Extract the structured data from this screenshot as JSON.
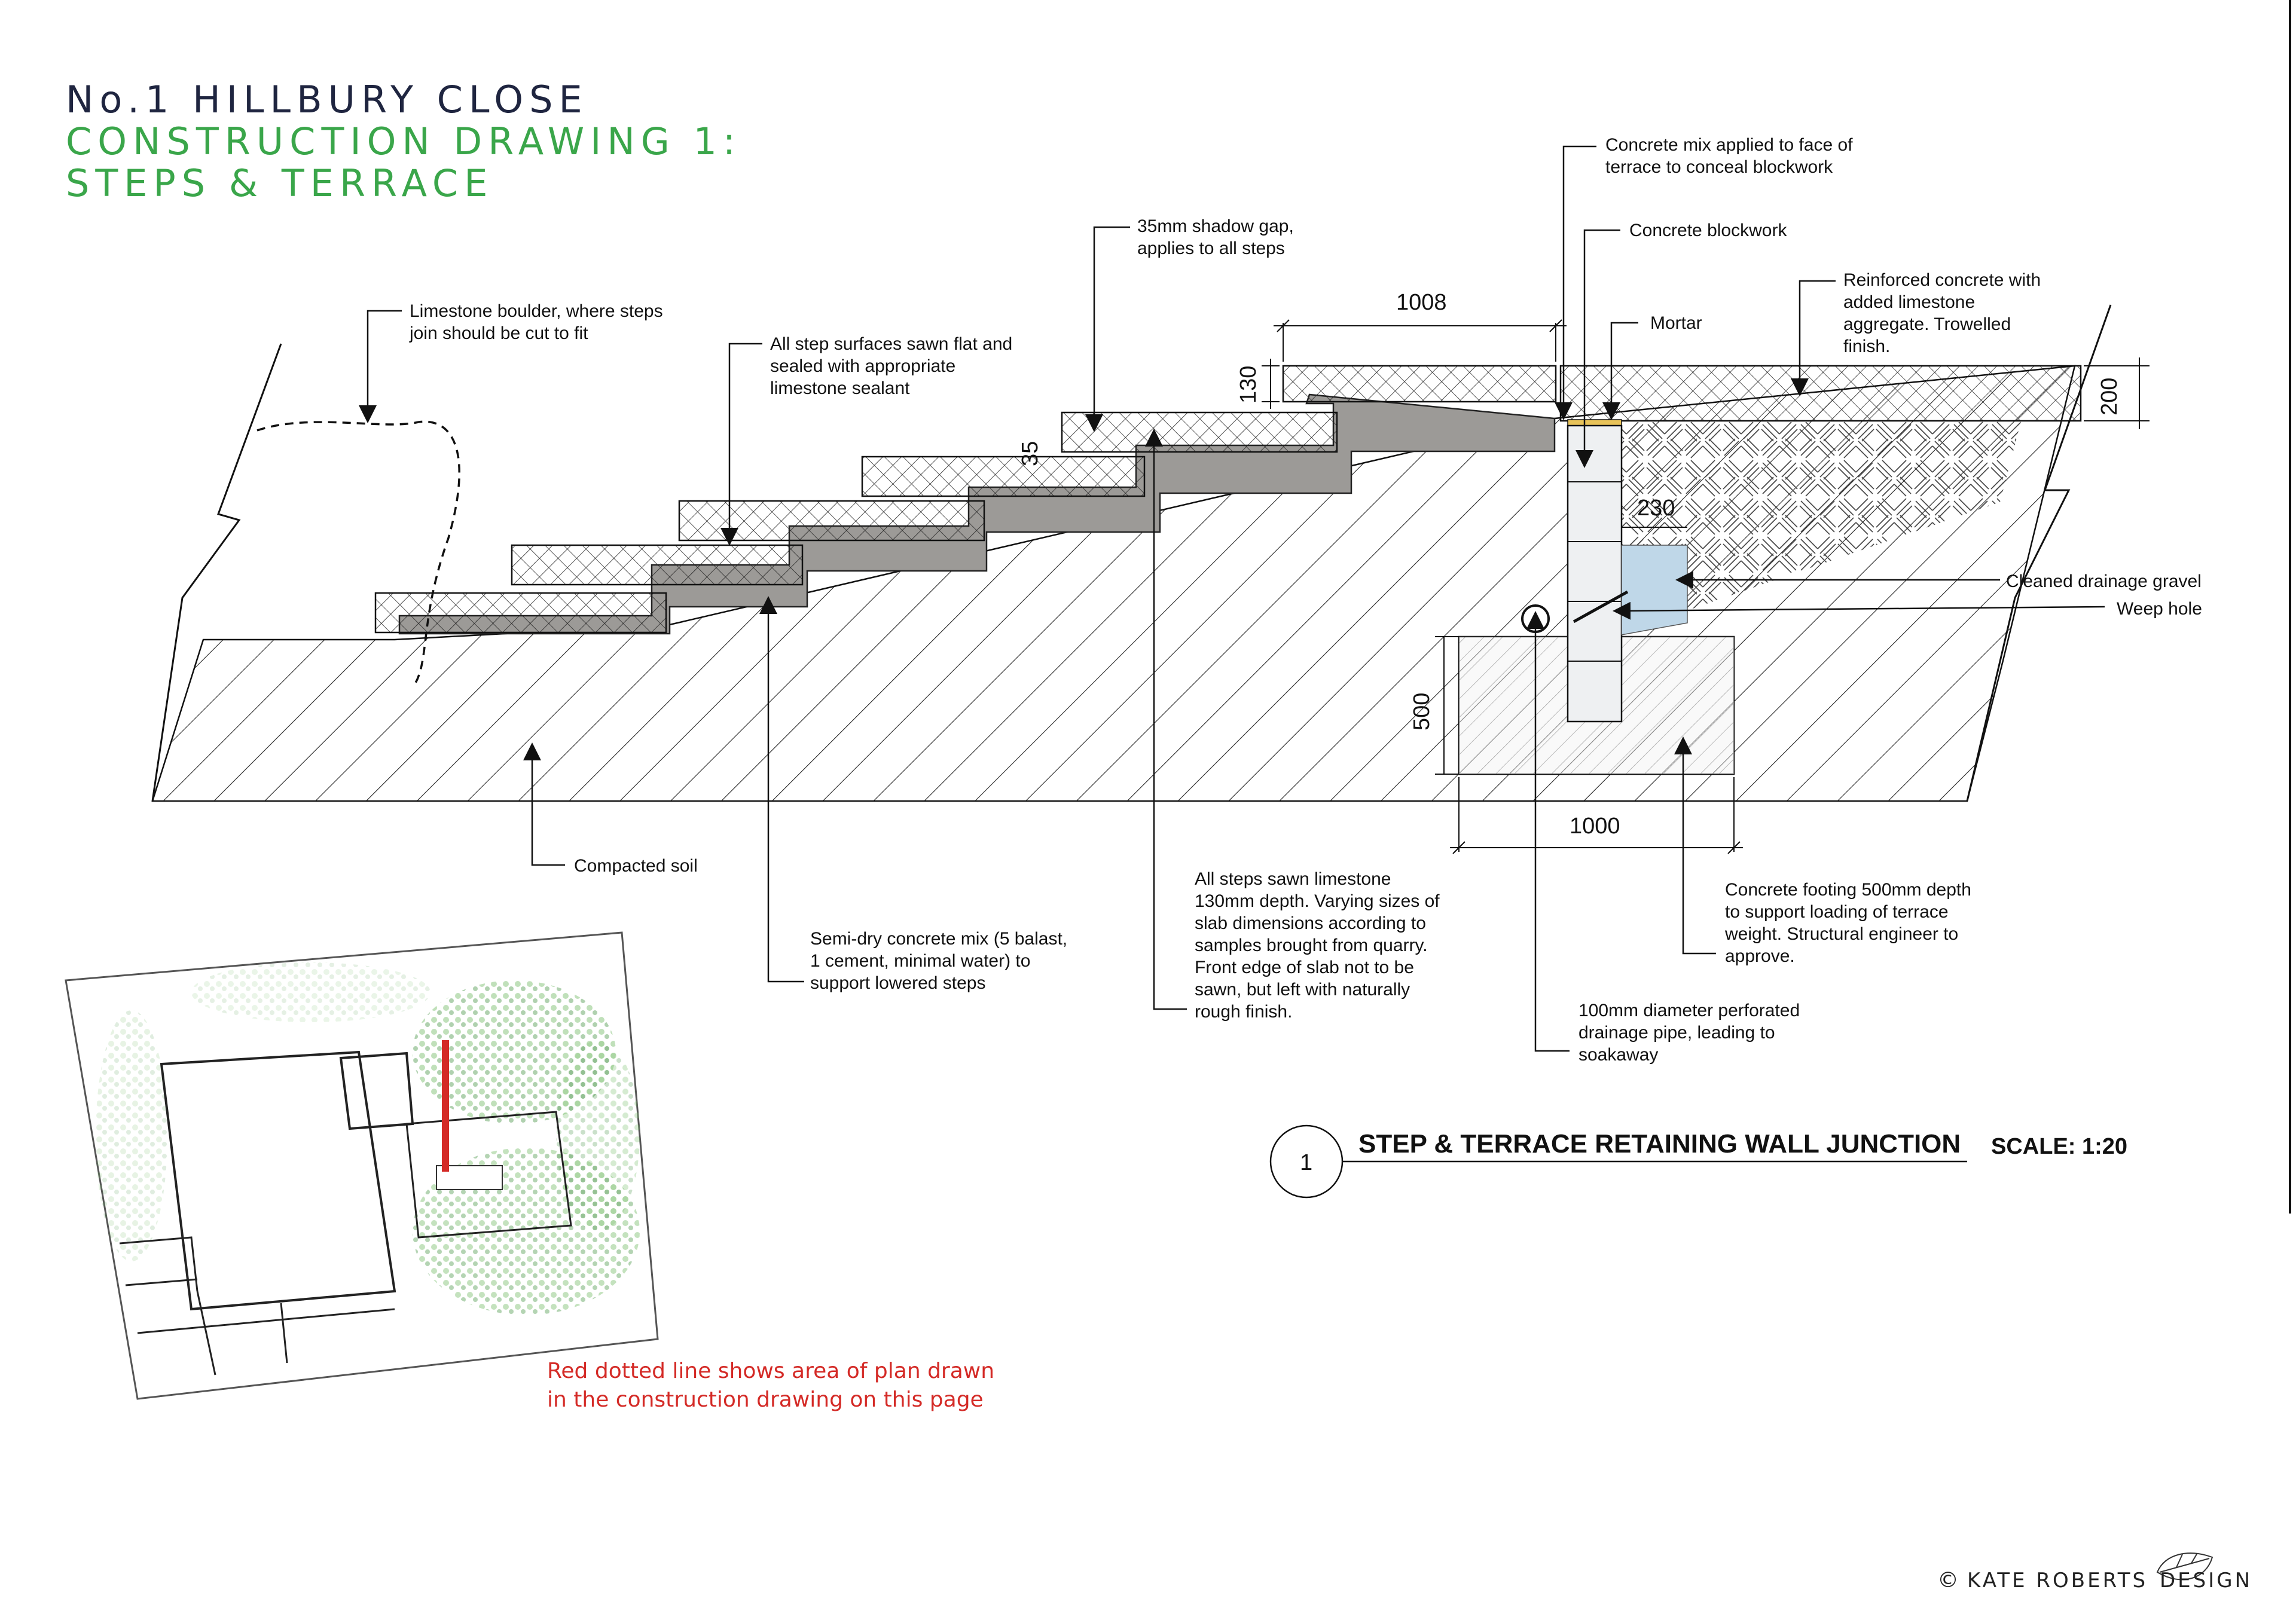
{
  "title": {
    "line1": "No.1 HILLBURY CLOSE",
    "line2": "CONSTRUCTION DRAWING 1:",
    "line3": "STEPS & TERRACE"
  },
  "colors": {
    "title_dark": "#1f2540",
    "title_green": "#3aa64a",
    "red_note": "#d42a26",
    "concrete_mix": "#9c9a97",
    "gravel_blue": "#bfd7e8",
    "mortar_yellow": "#e8c35a"
  },
  "labels": {
    "concrete_face": [
      "Concrete mix applied to face of",
      "terrace to conceal blockwork"
    ],
    "blockwork": [
      "Concrete blockwork"
    ],
    "shadow_gap": [
      "35mm shadow gap,",
      "applies to all steps"
    ],
    "reinforced": [
      "Reinforced concrete with",
      "added limestone",
      "aggregate. Trowelled",
      "finish."
    ],
    "boulder": [
      "Limestone boulder, where steps",
      "join should be cut to fit"
    ],
    "mortar": [
      "Mortar"
    ],
    "step_surfaces": [
      "All step surfaces sawn flat and",
      "sealed with appropriate",
      "limestone sealant"
    ],
    "gravel": [
      "Cleaned drainage gravel"
    ],
    "weep": [
      "Weep hole"
    ],
    "soil": [
      "Compacted soil"
    ],
    "semi_dry": [
      "Semi-dry concrete mix (5 balast,",
      "1 cement, minimal water) to",
      "support lowered steps"
    ],
    "steps_sawn": [
      "All steps sawn limestone",
      "130mm depth. Varying sizes of",
      "slab dimensions according to",
      "samples brought from quarry.",
      "Front edge of slab not to be",
      "sawn, but left with naturally",
      "rough finish."
    ],
    "footing": [
      "Concrete footing 500mm depth",
      "to support loading of terrace",
      "weight. Structural engineer to",
      "approve."
    ],
    "pipe": [
      "100mm diameter perforated",
      "drainage pipe, leading to",
      "soakaway"
    ]
  },
  "dimensions": {
    "d1008": "1008",
    "d130": "130",
    "d35": "35",
    "d200": "200",
    "d230": "230",
    "d500": "500",
    "d1000": "1000"
  },
  "caption": {
    "number": "1",
    "title": "STEP & TERRACE RETAINING WALL JUNCTION",
    "scale": "SCALE: 1:20"
  },
  "plan_note": [
    "Red dotted line shows area of plan drawn",
    "in the construction drawing on this page"
  ],
  "credit": {
    "copyright_symbol": "©",
    "text": "KATE ROBERTS",
    "design": "DESIGN"
  }
}
